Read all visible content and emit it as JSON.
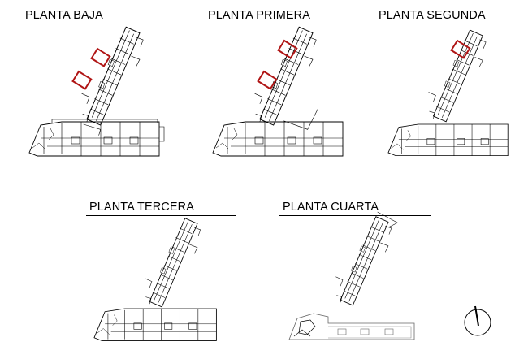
{
  "sheet": {
    "floors": [
      {
        "label": "PLANTA BAJA",
        "highlight_color": "#b01515"
      },
      {
        "label": "PLANTA PRIMERA",
        "highlight_color": "#b01515"
      },
      {
        "label": "PLANTA SEGUNDA",
        "highlight_color": "#b01515"
      },
      {
        "label": "PLANTA TERCERA"
      },
      {
        "label": "PLANTA CUARTA"
      }
    ],
    "north_arrow": {
      "icon": "north-arrow-icon"
    }
  }
}
